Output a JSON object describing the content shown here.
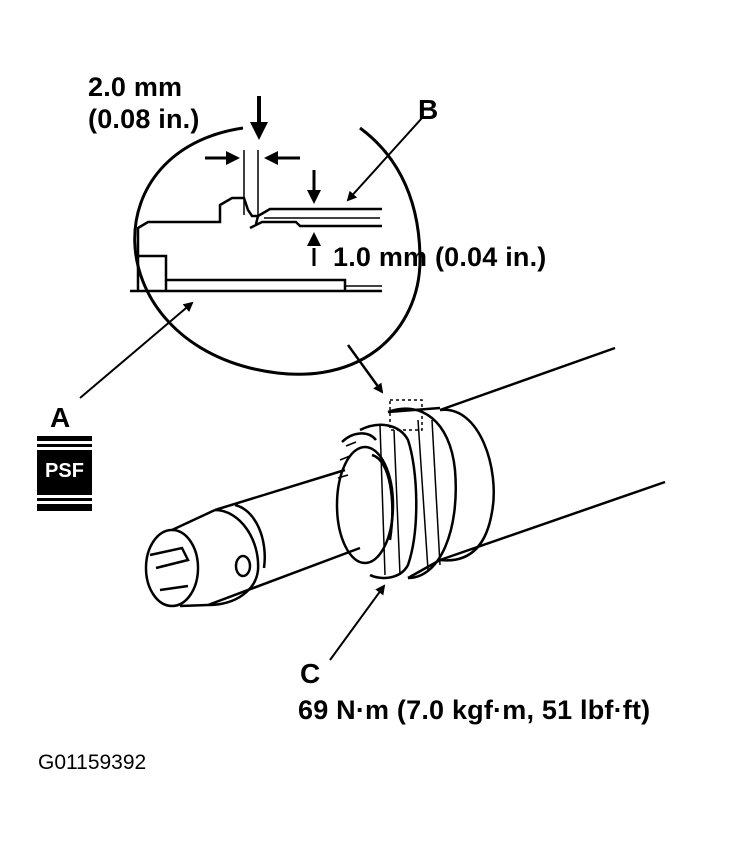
{
  "figure_id": "G01159392",
  "badge": {
    "text": "PSF"
  },
  "labels": {
    "gap_top_line1": "2.0 mm",
    "gap_top_line2": "(0.08 in.)",
    "gap_side": "1.0 mm (0.04 in.)",
    "callout_a": "A",
    "callout_b": "B",
    "callout_c": "C",
    "torque": "69 N·m (7.0 kgf·m, 51 lbf·ft)"
  },
  "icons": {
    "detail_circle": "magnified-detail-circle",
    "driveshaft": "driveshaft-outline",
    "arrows": "dimension-arrow"
  }
}
